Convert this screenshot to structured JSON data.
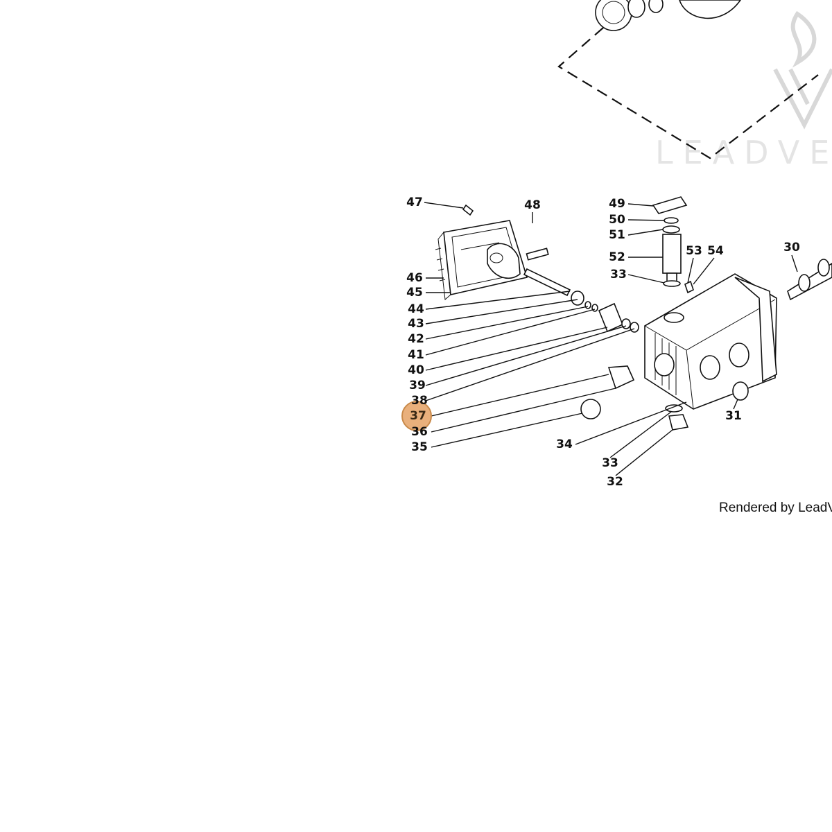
{
  "watermark": {
    "text": "LEADVEN"
  },
  "credit": "Rendered by LeadVe",
  "highlighted_callout": "37",
  "callouts": [
    {
      "label": "47"
    },
    {
      "label": "48"
    },
    {
      "label": "49"
    },
    {
      "label": "50"
    },
    {
      "label": "51"
    },
    {
      "label": "52"
    },
    {
      "label": "53"
    },
    {
      "label": "54"
    },
    {
      "label": "33"
    },
    {
      "label": "30"
    },
    {
      "label": "46"
    },
    {
      "label": "45"
    },
    {
      "label": "44"
    },
    {
      "label": "43"
    },
    {
      "label": "42"
    },
    {
      "label": "41"
    },
    {
      "label": "40"
    },
    {
      "label": "39"
    },
    {
      "label": "38"
    },
    {
      "label": "37"
    },
    {
      "label": "36"
    },
    {
      "label": "35"
    },
    {
      "label": "34"
    },
    {
      "label": "33"
    },
    {
      "label": "32"
    },
    {
      "label": "31"
    }
  ]
}
